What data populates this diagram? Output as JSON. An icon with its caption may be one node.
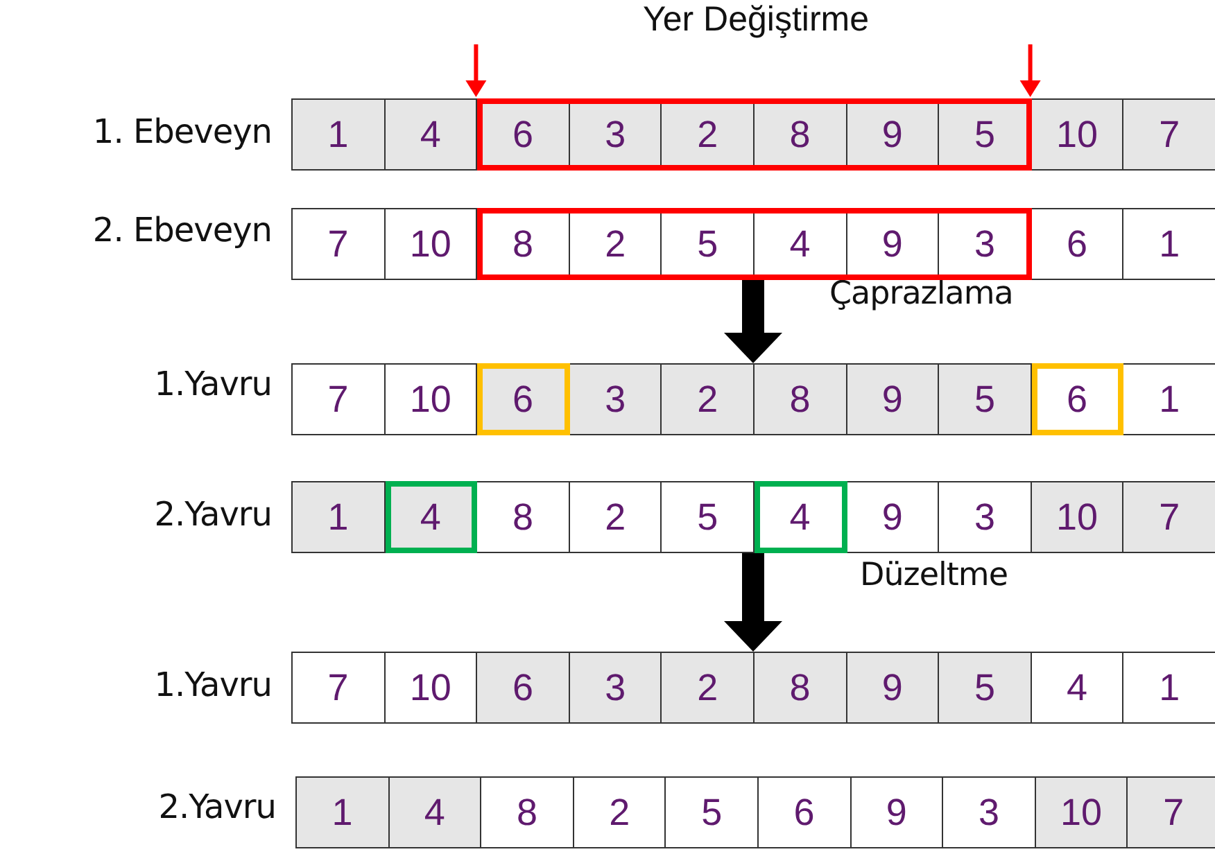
{
  "diagram": {
    "nodes": [
      {
        "text": [],
        "shape": "box",
        "beside": [
          "1. Ebeveyn"
        ]
      },
      {
        "text": [
          "1"
        ],
        "in": 0
      },
      {
        "text": [
          "4"
        ],
        "in": 0
      },
      {
        "text": [],
        "shape": "box",
        "in": 0
      },
      {
        "text": [
          "6"
        ],
        "in": 3
      },
      {
        "text": [
          "3"
        ],
        "in": 3
      },
      {
        "text": [
          "2"
        ],
        "in": 3
      },
      {
        "text": [
          "8"
        ],
        "in": 3
      },
      {
        "text": [
          "9"
        ],
        "in": 3
      },
      {
        "text": [
          "5"
        ],
        "in": 3
      },
      {
        "text": [
          "10"
        ],
        "in": 0
      },
      {
        "text": [
          "7"
        ],
        "in": 0
      },
      {
        "text": [],
        "shape": "box",
        "beside": [
          "2. Ebeveyn"
        ]
      },
      {
        "text": [
          "7"
        ],
        "in": 12
      },
      {
        "text": [
          "10"
        ],
        "in": 12
      },
      {
        "text": [],
        "shape": "box",
        "in": 12
      },
      {
        "text": [
          "8"
        ],
        "in": 15
      },
      {
        "text": [
          "2"
        ],
        "in": 15
      },
      {
        "text": [
          "5"
        ],
        "in": 15
      },
      {
        "text": [
          "4"
        ],
        "in": 15
      },
      {
        "text": [
          "9"
        ],
        "in": 15
      },
      {
        "text": [
          "3"
        ],
        "in": 15
      },
      {
        "text": [
          "6"
        ],
        "in": 12
      },
      {
        "text": [
          "1"
        ],
        "in": 12
      },
      {
        "text": [],
        "shape": "box",
        "beside": [
          "1.Yavru"
        ]
      },
      {
        "text": [
          "7"
        ],
        "in": 24
      },
      {
        "text": [
          "10"
        ],
        "in": 24
      },
      {
        "text": [],
        "shape": "box",
        "in": 24
      },
      {
        "text": [
          "6"
        ],
        "in": 27
      },
      {
        "text": [
          "3"
        ],
        "in": 24
      },
      {
        "text": [
          "2"
        ],
        "in": 24
      },
      {
        "text": [
          "8"
        ],
        "in": 24
      },
      {
        "text": [
          "9"
        ],
        "in": 24
      },
      {
        "text": [
          "5"
        ],
        "in": 24
      },
      {
        "text": [],
        "shape": "box",
        "in": 24
      },
      {
        "text": [
          "6"
        ],
        "in": 34
      },
      {
        "text": [
          "1"
        ],
        "in": 24
      },
      {
        "text": [],
        "shape": "box",
        "beside": [
          "2.Yavru"
        ]
      },
      {
        "text": [
          "1"
        ],
        "in": 37
      },
      {
        "text": [],
        "shape": "box",
        "in": 37
      },
      {
        "text": [
          "4"
        ],
        "in": 39
      },
      {
        "text": [
          "8"
        ],
        "in": 37
      },
      {
        "text": [
          "2"
        ],
        "in": 37
      },
      {
        "text": [
          "5"
        ],
        "in": 37
      },
      {
        "text": [],
        "shape": "box",
        "in": 37
      },
      {
        "text": [
          "4"
        ],
        "in": 44
      },
      {
        "text": [
          "9"
        ],
        "in": 37
      },
      {
        "text": [
          "3"
        ],
        "in": 37
      },
      {
        "text": [
          "10"
        ],
        "in": 37
      },
      {
        "text": [
          "7"
        ],
        "in": 37
      },
      {
        "text": [],
        "shape": "box",
        "beside": [
          "1.Yavru"
        ]
      },
      {
        "text": [
          "7"
        ],
        "in": 50
      },
      {
        "text": [
          "10"
        ],
        "in": 50
      },
      {
        "text": [
          "6"
        ],
        "in": 50
      },
      {
        "text": [
          "3"
        ],
        "in": 50
      },
      {
        "text": [
          "2"
        ],
        "in": 50
      },
      {
        "text": [
          "8"
        ],
        "in": 50
      },
      {
        "text": [
          "9"
        ],
        "in": 50
      },
      {
        "text": [
          "5"
        ],
        "in": 50
      },
      {
        "text": [
          "4"
        ],
        "in": 50
      },
      {
        "text": [
          "1"
        ],
        "in": 50
      },
      {
        "text": [],
        "shape": "box",
        "beside": [
          "2.Yavru"
        ]
      },
      {
        "text": [
          "1"
        ],
        "in": 61
      },
      {
        "text": [
          "4"
        ],
        "in": 61
      },
      {
        "text": [
          "8"
        ],
        "in": 61
      },
      {
        "text": [
          "2"
        ],
        "in": 61
      },
      {
        "text": [
          "5"
        ],
        "in": 61
      },
      {
        "text": [
          "6"
        ],
        "in": 61
      },
      {
        "text": [
          "9"
        ],
        "in": 61
      },
      {
        "text": [
          "3"
        ],
        "in": 61
      },
      {
        "text": [
          "10"
        ],
        "in": 61
      },
      {
        "text": [
          "7"
        ],
        "in": 61
      }
    ],
    "edges": [
      {
        "from": null,
        "to": 3,
        "arrow": "to",
        "color": "#ff0000"
      },
      {
        "from": null,
        "to": 3,
        "arrow": "to",
        "color": "#ff0000"
      },
      {
        "from": 12,
        "to": 24,
        "arrow": "to",
        "label": "Çaprazlama",
        "style": "thick",
        "color": "#000000"
      },
      {
        "from": 37,
        "to": 50,
        "arrow": "to",
        "label": "Düzeltme",
        "style": "thick",
        "color": "#000000"
      }
    ],
    "labels": [
      "Yer Değiştirme"
    ]
  }
}
